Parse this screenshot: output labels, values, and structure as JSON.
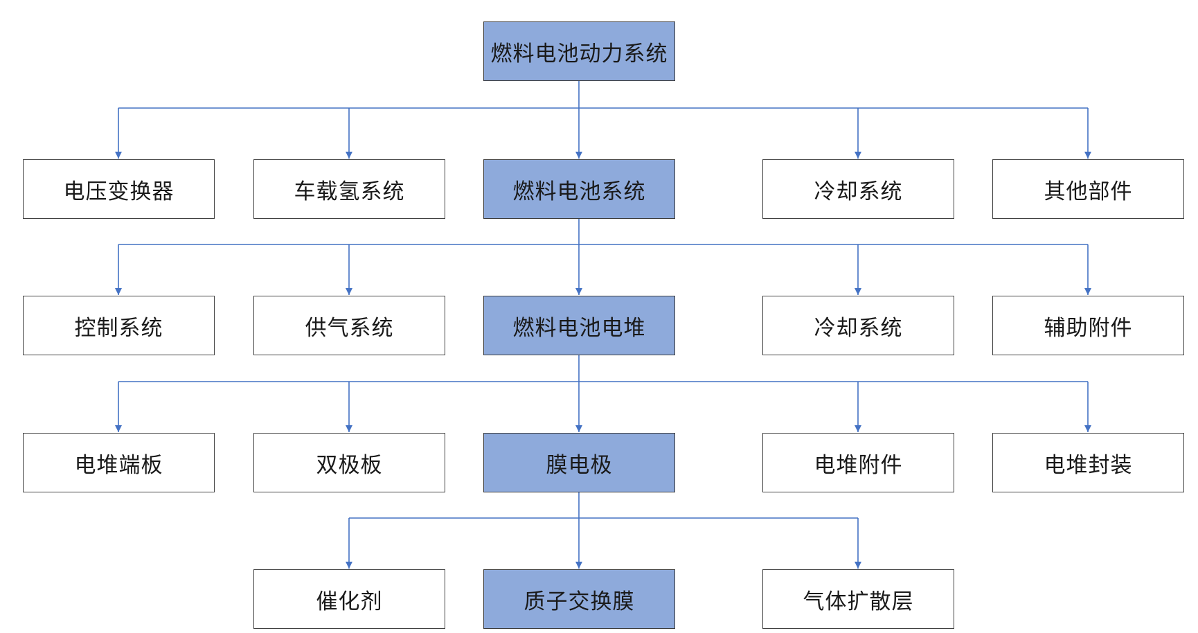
{
  "diagram": {
    "root": {
      "label": "燃料电池动力系统",
      "highlight": true
    },
    "levels": [
      [
        {
          "label": "电压变换器",
          "highlight": false
        },
        {
          "label": "车载氢系统",
          "highlight": false
        },
        {
          "label": "燃料电池系统",
          "highlight": true
        },
        {
          "label": "冷却系统",
          "highlight": false
        },
        {
          "label": "其他部件",
          "highlight": false
        }
      ],
      [
        {
          "label": "控制系统",
          "highlight": false
        },
        {
          "label": "供气系统",
          "highlight": false
        },
        {
          "label": "燃料电池电堆",
          "highlight": true
        },
        {
          "label": "冷却系统",
          "highlight": false
        },
        {
          "label": "辅助附件",
          "highlight": false
        }
      ],
      [
        {
          "label": "电堆端板",
          "highlight": false
        },
        {
          "label": "双极板",
          "highlight": false
        },
        {
          "label": "膜电极",
          "highlight": true
        },
        {
          "label": "电堆附件",
          "highlight": false
        },
        {
          "label": "电堆封装",
          "highlight": false
        }
      ],
      [
        {
          "label": "催化剂",
          "highlight": false
        },
        {
          "label": "质子交换膜",
          "highlight": true
        },
        {
          "label": "气体扩散层",
          "highlight": false
        }
      ]
    ],
    "colors": {
      "highlight_fill": "#8eaadb",
      "connector": "#4472c4",
      "border": "#404040"
    }
  }
}
